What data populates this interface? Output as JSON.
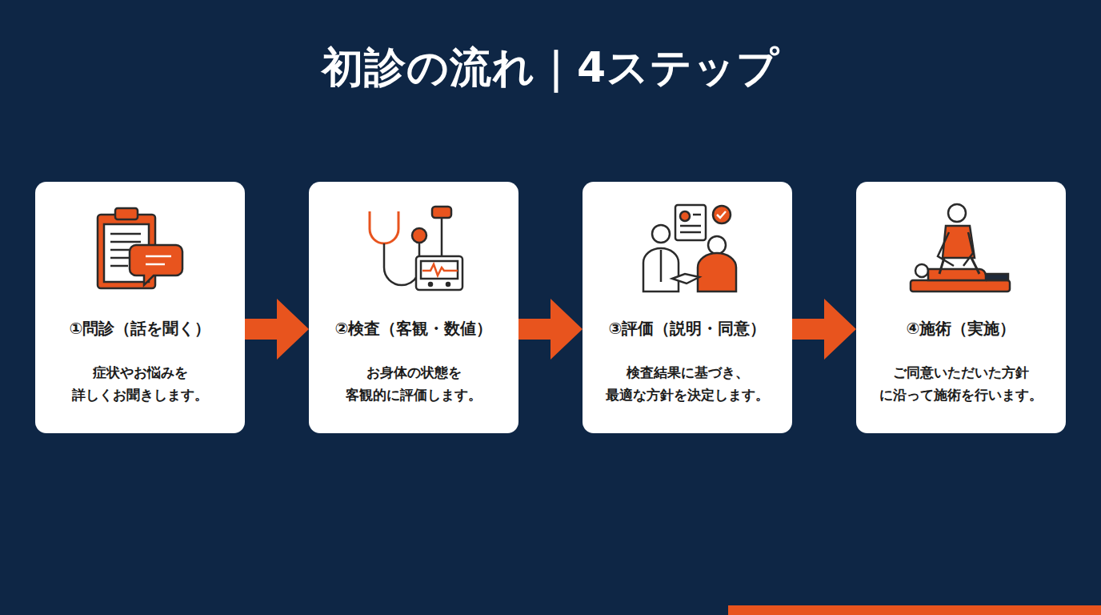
{
  "diagram": {
    "title": "初診の流れ｜4ステップ",
    "nodes": [
      {
        "text": [
          "①問診（話を聞く）",
          "症状やお悩みを 詳しくお聞きします。"
        ]
      },
      {
        "text": [
          "②検査（客観・数値）",
          "お身体の状態を 客観的に評価します。"
        ]
      },
      {
        "text": [
          "③評価（説明・同意）",
          "検査結果に基づき、 最適な方針を決定します。"
        ]
      },
      {
        "text": [
          "④施術（実施）",
          "ご同意いただいた方針 に沿って施術を行います。"
        ]
      }
    ],
    "edges": [
      {
        "from": 0,
        "to": 1,
        "arrow": "to"
      },
      {
        "from": 1,
        "to": 2,
        "arrow": "to"
      },
      {
        "from": 2,
        "to": 3,
        "arrow": "to"
      }
    ]
  }
}
